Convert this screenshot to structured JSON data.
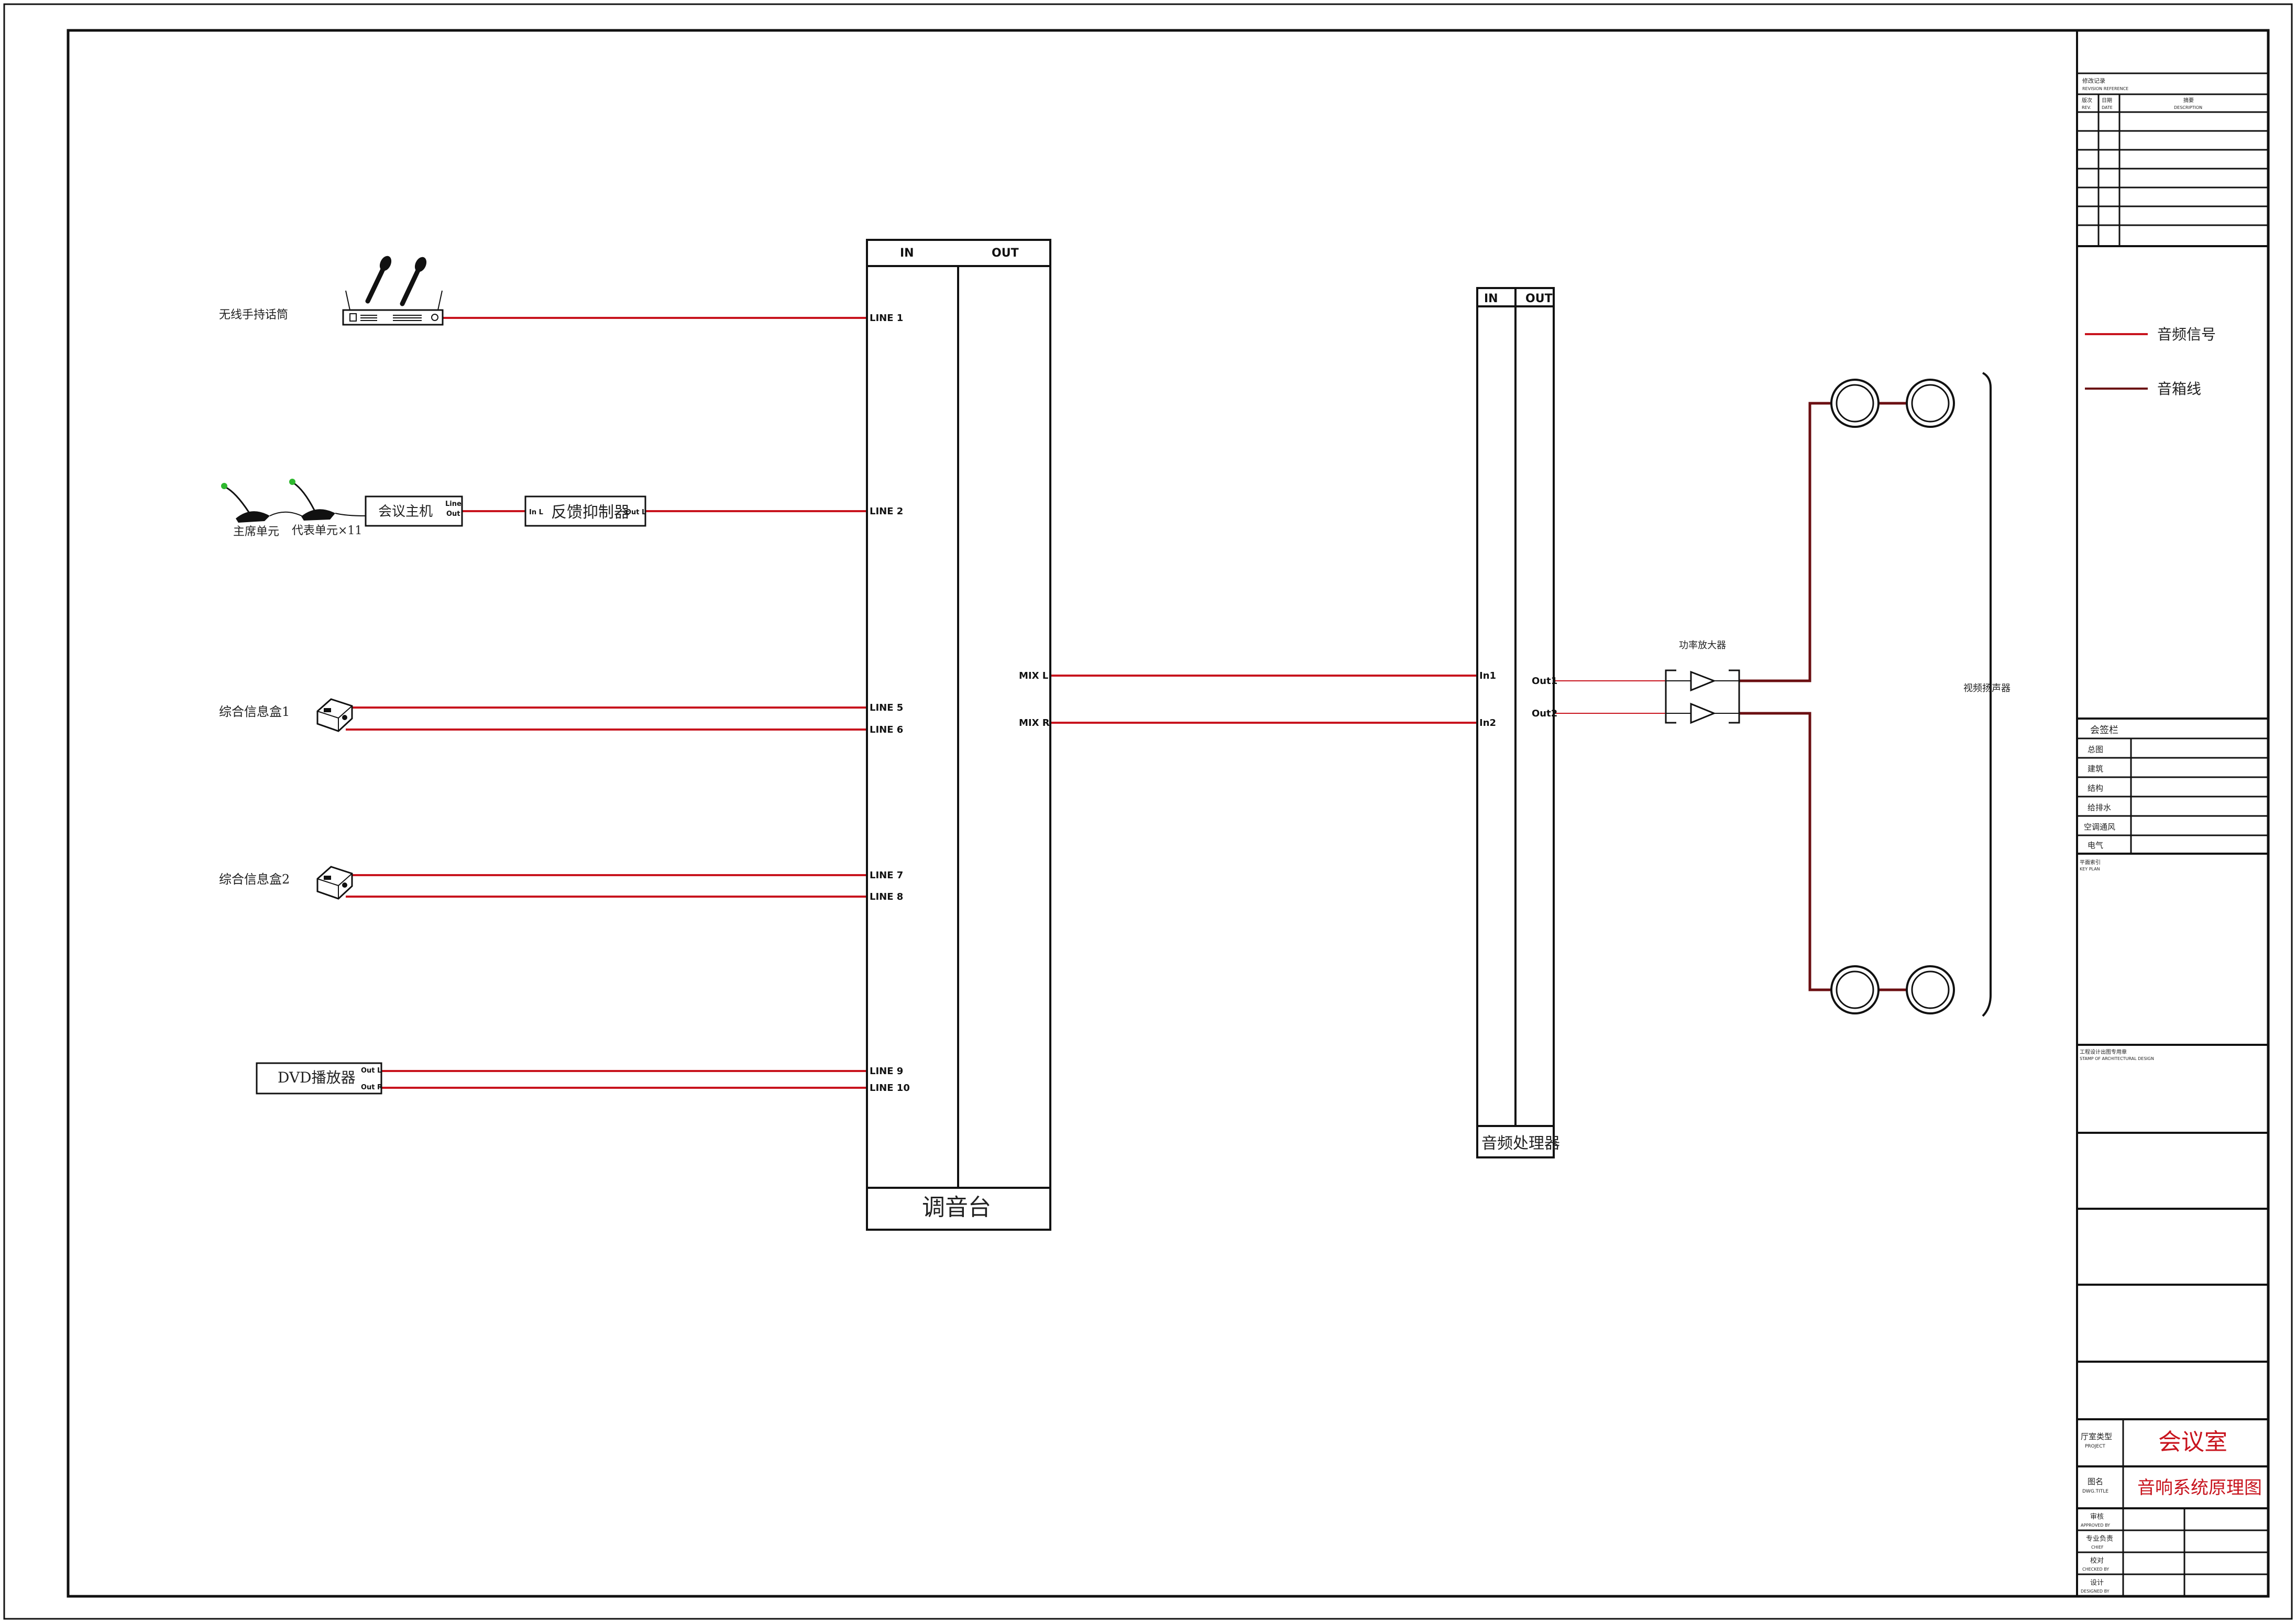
{
  "colors": {
    "audio_signal": "#c8141e",
    "speaker_wire": "#6b0f12",
    "title_red": "#c8141e",
    "line": "#111111"
  },
  "sources": {
    "wireless_mic": "无线手持话筒",
    "chairman_unit": "主席单元",
    "delegate_unit": "代表单元×11",
    "conference_host": "会议主机",
    "host_line": "Line",
    "host_out": "Out",
    "feedback_suppressor": "反馈抑制器",
    "fs_in": "In L",
    "fs_out": "Out L",
    "info_box_1": "综合信息盒1",
    "info_box_2": "综合信息盒2",
    "dvd_player": "DVD播放器",
    "dvd_out_l": "Out L",
    "dvd_out_r": "Out R"
  },
  "mixer": {
    "name": "调音台",
    "in_header": "IN",
    "out_header": "OUT",
    "inputs": [
      "LINE 1",
      "LINE 2",
      "LINE 5",
      "LINE 6",
      "LINE 7",
      "LINE 8",
      "LINE 9",
      "LINE 10"
    ],
    "outputs": [
      "MIX L",
      "MIX R"
    ]
  },
  "processor": {
    "name": "音频处理器",
    "in_header": "IN",
    "out_header": "OUT",
    "inputs": [
      "In1",
      "In2"
    ],
    "outputs": [
      "Out1",
      "Out2"
    ]
  },
  "amplifier": {
    "name": "功率放大器"
  },
  "speakers": {
    "label": "视频扬声器"
  },
  "legend": {
    "audio_signal": "音频信号",
    "speaker_wire": "音箱线"
  },
  "title_block": {
    "revision_title": "修改记录",
    "revision_title_en": "REVISION REFERENCE",
    "rev_col": "版次",
    "rev_col_en": "REV.",
    "date_col": "日期",
    "date_col_en": "DATE",
    "desc_col": "摘要",
    "desc_col_en": "DESCRIPTION",
    "countersign_title": "会签栏",
    "countersign_rows": [
      "总图",
      "建筑",
      "结构",
      "给排水",
      "空调通风",
      "电气"
    ],
    "key_plan": "平面索引",
    "key_plan_en": "KEY PLAN",
    "stamp": "工程设计出图专用章",
    "stamp_en": "STAMP OF ARCHITECTURAL DESIGN",
    "project_label": "厅室类型",
    "project_label_en": "PROJECT",
    "project_value": "会议室",
    "drawing_label": "图名",
    "drawing_label_en": "DWG.TITLE",
    "drawing_value": "音响系统原理图",
    "sign_rows": [
      {
        "cn": "审核",
        "en": "APPROVED BY"
      },
      {
        "cn": "专业负责",
        "en": "CHIEF"
      },
      {
        "cn": "校对",
        "en": "CHECKED BY"
      },
      {
        "cn": "设计",
        "en": "DESIGNED BY"
      }
    ]
  }
}
